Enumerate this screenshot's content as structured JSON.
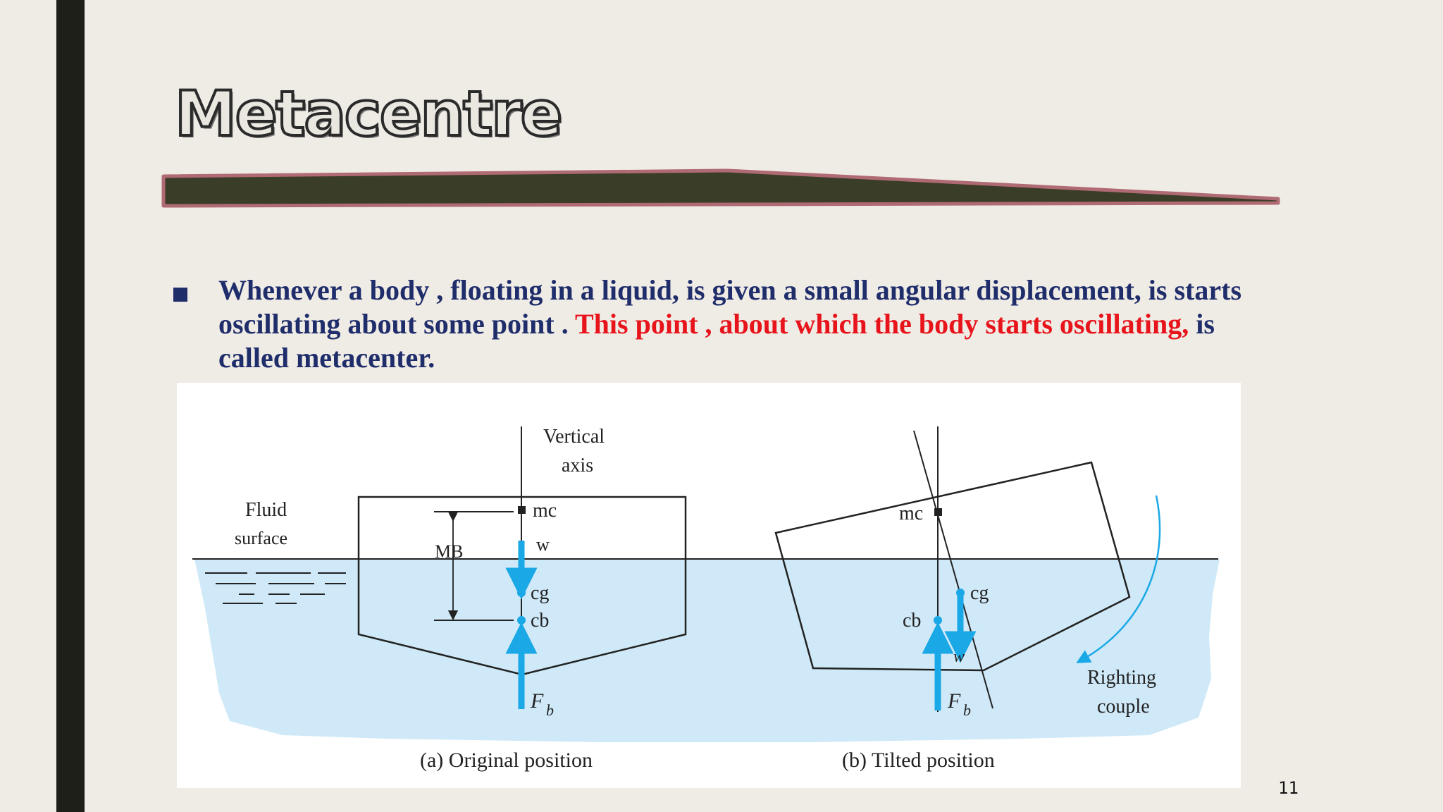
{
  "slide": {
    "title": "Metacentre",
    "slide_number": "11",
    "text": {
      "part1": "Whenever a body , floating in a liquid, is given a small angular displacement, is starts oscillating about some point . ",
      "highlight": "This point , about which the body starts oscillating,",
      "part2": " is called metacenter."
    }
  },
  "figure": {
    "labels": {
      "vertical_axis_line1": "Vertical",
      "vertical_axis_line2": "axis",
      "fluid_surface_line1": "Fluid",
      "fluid_surface_line2": "surface",
      "mb": "MB",
      "mc_a": "mc",
      "w_a": "w",
      "cg_a": "cg",
      "cb_a": "cb",
      "fb_a": "F",
      "fb_a_sub": "b",
      "mc_b": "mc",
      "cg_b": "cg",
      "cb_b": "cb",
      "w_b": "w",
      "fb_b": "F",
      "fb_b_sub": "b",
      "righting_line1": "Righting",
      "righting_line2": "couple"
    },
    "captions": {
      "a": "(a) Original position",
      "b": "(b) Tilted position"
    }
  },
  "colors": {
    "title_bar": "#3a3d27",
    "title_bar_border": "#b06a73",
    "text_main": "#1f2d6b",
    "text_highlight": "#e8141c",
    "water": "#cfe9f8",
    "arrow": "#1aa8e6"
  }
}
